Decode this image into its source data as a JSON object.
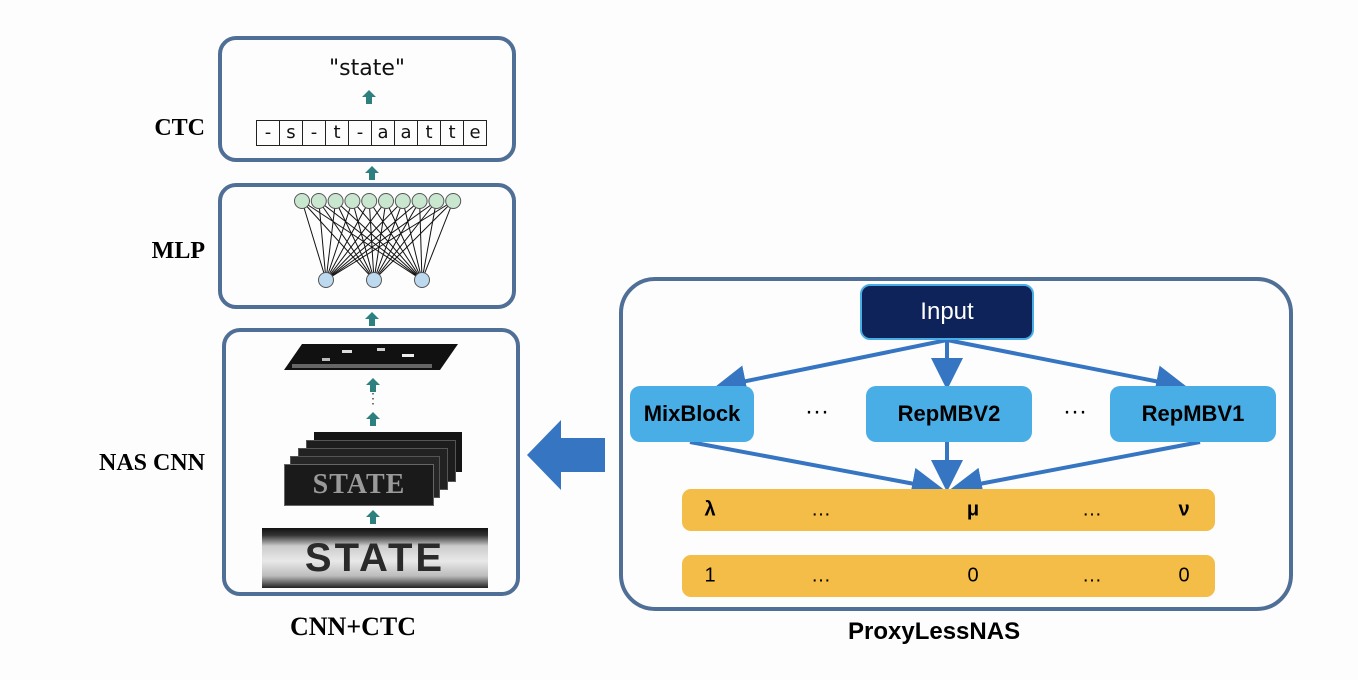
{
  "left": {
    "layers": [
      {
        "label": "CTC"
      },
      {
        "label": "MLP"
      },
      {
        "label": "NAS CNN"
      }
    ],
    "ctc": {
      "output_text": "\"state\"",
      "sequence": [
        "-",
        "s",
        "-",
        "t",
        "-",
        "a",
        "a",
        "t",
        "t",
        "e"
      ]
    },
    "mlp": {
      "top_nodes": 10,
      "bottom_nodes": 3
    },
    "cnn": {
      "input_word": "STATE",
      "feature_word": "STATE",
      "ellipsis": "⋮"
    },
    "caption": "CNN+CTC"
  },
  "right": {
    "input_label": "Input",
    "blocks": [
      "MixBlock",
      "RepMBV2",
      "RepMBV1"
    ],
    "block_ellipsis": "···",
    "weights_row": [
      "λ",
      "…",
      "μ",
      "…",
      "ν"
    ],
    "binary_row": [
      "1",
      "…",
      "0",
      "…",
      "0"
    ],
    "caption": "ProxyLessNAS"
  },
  "colors": {
    "panel_border": "#4f6f96",
    "teal_arrow": "#2e7f7f",
    "input_box": "#0d2359",
    "block_box": "#4aaee6",
    "bar": "#f3bd47",
    "flow_arrow": "#3575c2"
  }
}
